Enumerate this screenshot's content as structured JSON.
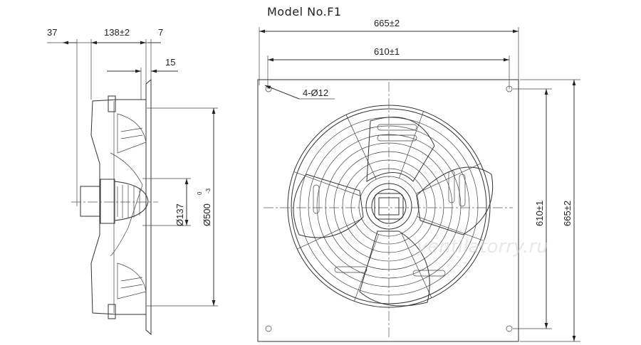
{
  "title": "Model No.F1",
  "dims": {
    "d37": "37",
    "d138": "138±2",
    "d7": "7",
    "d15": "15",
    "d665_top": "665±2",
    "d610_top": "610±1",
    "holes": "4-Ø12",
    "d137": "Ø137",
    "d500": "Ø500",
    "d500_tol_top": "0",
    "d500_tol_bot": "-3",
    "d610_right": "610±1",
    "d665_right": "665±2"
  },
  "watermark": "ventilatorry.ru"
}
